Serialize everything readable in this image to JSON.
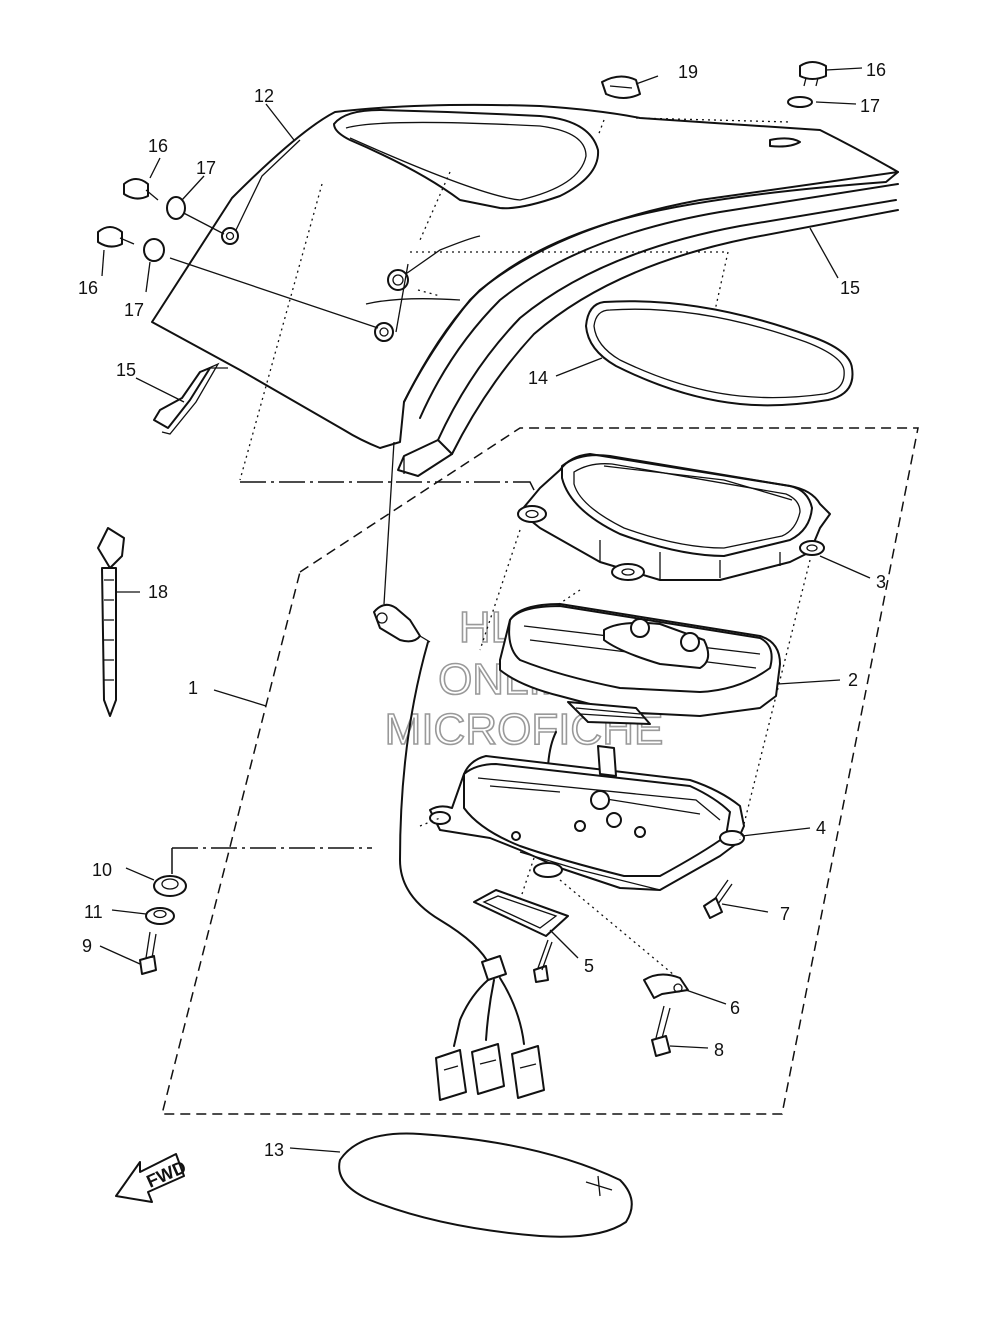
{
  "watermark": {
    "line1": "HLSM",
    "line2": "ONLINE",
    "line3": "MICROFICHE"
  },
  "direction_label": "FWD",
  "callouts": {
    "c1": "1",
    "c2": "2",
    "c3": "3",
    "c4": "4",
    "c5": "5",
    "c6": "6",
    "c7": "7",
    "c8": "8",
    "c9": "9",
    "c10": "10",
    "c11": "11",
    "c12": "12",
    "c13": "13",
    "c14": "14",
    "c15a": "15",
    "c15b": "15",
    "c16a": "16",
    "c16b": "16",
    "c16c": "16",
    "c17a": "17",
    "c17b": "17",
    "c17c": "17",
    "c18": "18",
    "c19": "19"
  }
}
